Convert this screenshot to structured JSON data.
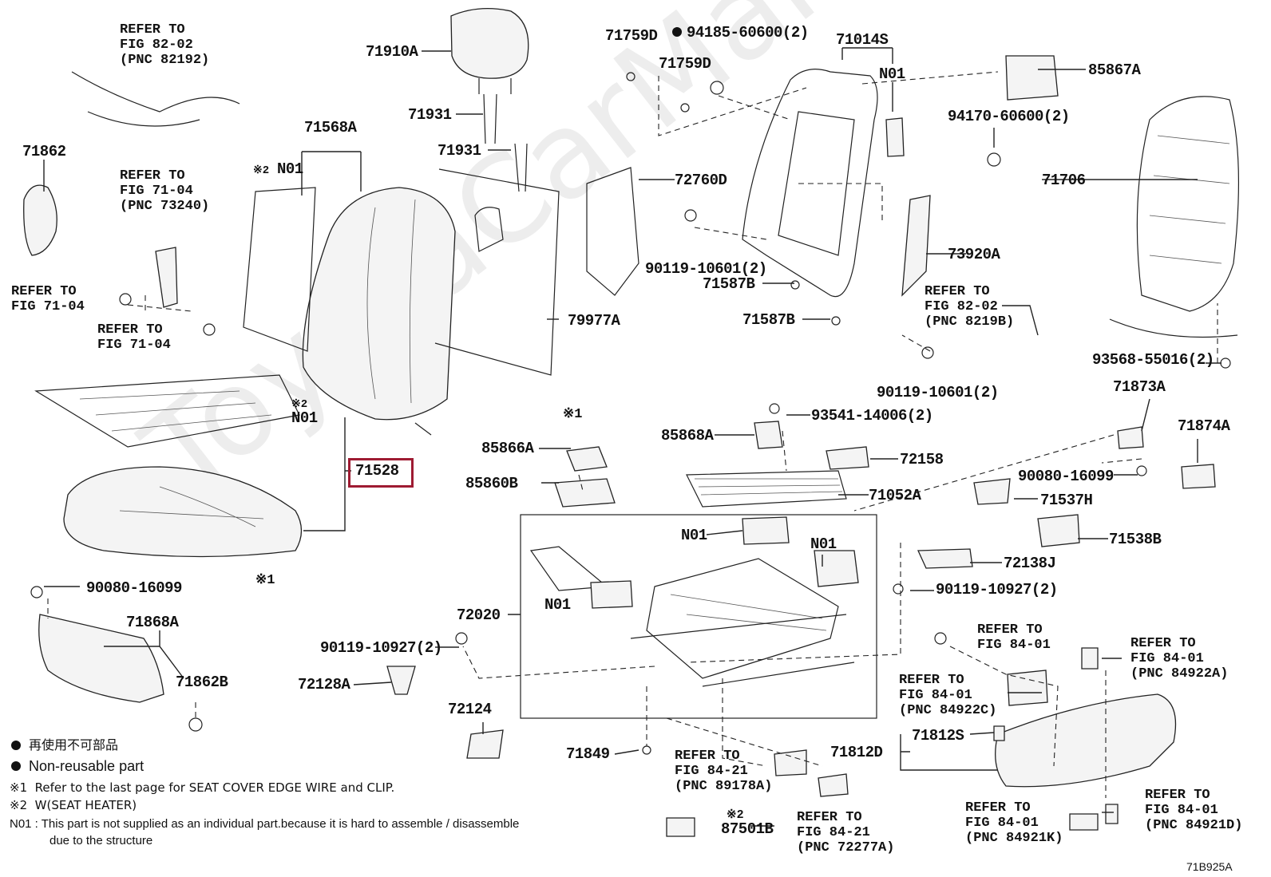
{
  "watermark": "ToyotaCarMart.ru",
  "diagram_code": "71B925A",
  "highlight_part": "71528",
  "labels": {
    "71910A": "71910A",
    "71931a": "71931",
    "71931b": "71931",
    "71568A": "71568A",
    "n01_heater_top": "N01",
    "x2_top": "※2",
    "71862": "71862",
    "79977A": "79977A",
    "x2_mid": "※2",
    "n01_mid": "N01",
    "71528": "71528",
    "x1_mid": "※1",
    "x1_low": "※1",
    "90080_16099_left": "90080-16099",
    "71868A": "71868A",
    "71862B": "71862B",
    "71759D_a": "71759D",
    "71759D_b": "71759D",
    "94185": "94185-60600(2)",
    "71014S": "71014S",
    "n01_frame": "N01",
    "85867A": "85867A",
    "94170": "94170-60600(2)",
    "71706": "71706",
    "72760D": "72760D",
    "90119_10601_a": "90119-10601(2)",
    "71587B_a": "71587B",
    "71587B_b": "71587B",
    "73920A": "73920A",
    "90119_10601_b": "90119-10601(2)",
    "93568": "93568-55016(2)",
    "71873A": "71873A",
    "71874A": "71874A",
    "93541": "93541-14006(2)",
    "85868A": "85868A",
    "72158": "72158",
    "85866A": "85866A",
    "85860B": "85860B",
    "71052A": "71052A",
    "90080_16099_right": "90080-16099",
    "71537H": "71537H",
    "71538B": "71538B",
    "n01_motor_a": "N01",
    "n01_motor_b": "N01",
    "n01_motor_c": "N01",
    "72138J": "72138J",
    "72020": "72020",
    "90119_10927_a": "90119-10927(2)",
    "90119_10927_b": "90119-10927(2)",
    "72128A": "72128A",
    "72124": "72124",
    "71849": "71849",
    "71812S": "71812S",
    "71812D": "71812D",
    "x2_bottom": "※2",
    "87501B": "87501B"
  },
  "refs": {
    "r1": "REFER TO\nFIG 82-02\n(PNC 82192)",
    "r2": "REFER TO\nFIG 71-04\n(PNC 73240)",
    "r3": "REFER TO\nFIG 71-04",
    "r4": "REFER TO\nFIG 71-04",
    "r5": "REFER TO\nFIG 82-02\n(PNC 8219B)",
    "r6": "REFER TO\nFIG 84-01",
    "r7": "REFER TO\nFIG 84-01\n(PNC 84922A)",
    "r8": "REFER TO\nFIG 84-01\n(PNC 84922C)",
    "r9": "REFER TO\nFIG 84-21\n(PNC 89178A)",
    "r10": "REFER TO\nFIG 84-21\n(PNC 72277A)",
    "r11": "REFER TO\nFIG 84-01\n(PNC 84921K)",
    "r12": "REFER TO\nFIG 84-01\n(PNC 84921D)"
  },
  "legend": {
    "jp": "再使用不可部品",
    "en": "Non-reusable part",
    "note1": "※1  Refer to the last page for SEAT COVER EDGE WIRE and CLIP.",
    "note2": "※2  W(SEAT HEATER)",
    "note3": "N01 : This part is not supplied as an individual part.because it is hard to assemble / disassemble",
    "note3b": "due to the structure"
  }
}
